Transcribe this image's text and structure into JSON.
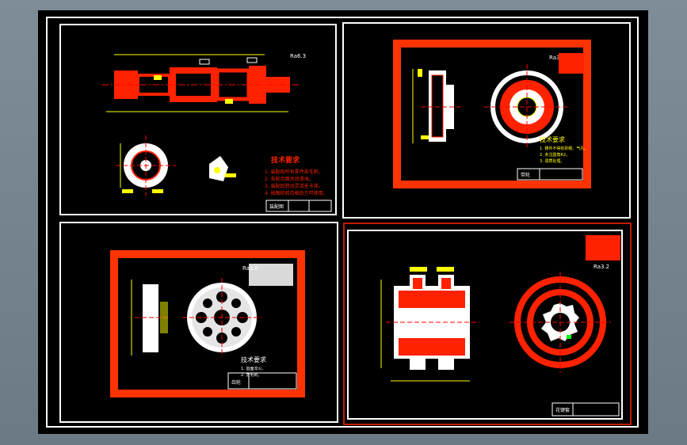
{
  "drawing_set": {
    "sheets": [
      {
        "id": "shaft-assembly",
        "notes_title": "技术要求",
        "notes": [
          "1. 装配前所有零件去毛刺。",
          "2. 各配合面涂润滑油。",
          "3. 装配后转动灵活无卡滞。",
          "4. 按图检验合格后方可使用。"
        ],
        "title_block": "装配图",
        "roughness": "Ra6.3"
      },
      {
        "id": "belt-pulley",
        "notes_title": "技术要求",
        "notes": [
          "1. 铸件不得有砂眼、气孔。",
          "2. 未注圆角R2。",
          "3. 调质处理。"
        ],
        "title_block": "带轮",
        "roughness": "Ra3.2"
      },
      {
        "id": "ring-gear",
        "notes_title": "技术要求",
        "notes": [
          "1. 齿面淬火。",
          "2. 去毛刺。"
        ],
        "title_block": "齿轮",
        "roughness": "Ra1.6"
      },
      {
        "id": "spline-hub",
        "notes_title": "",
        "notes": [],
        "title_block": "花键套",
        "roughness": "Ra3.2"
      }
    ],
    "colors": {
      "background": "#000000",
      "frame": "#ffffff",
      "accent": "#ff3300",
      "hatch": "#ff2200",
      "dimension": "#ffff00",
      "centerline": "#ff0000",
      "highlight": "#00ff00"
    }
  }
}
